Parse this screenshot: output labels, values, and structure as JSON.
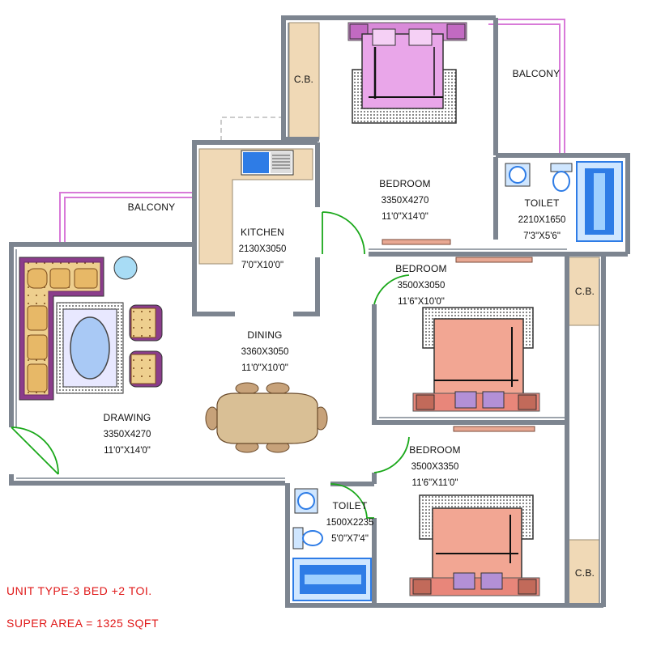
{
  "colors": {
    "wall": "#7d8590",
    "wall_fill": "#ffffff",
    "balcony_rail": "#d87ad8",
    "door_swing": "#1aa81a",
    "cupboard": "#f0d9b6",
    "bed_pink": "#e9a6e9",
    "bed_salmon": "#f2a693",
    "sofa": "#e7b867",
    "sofa_frame": "#8b3d8b",
    "dining_table": "#d9bf95",
    "fixture_blue": "#2e7ce6",
    "note_red": "#e01818"
  },
  "rooms": {
    "cb_top": {
      "name": "C.B."
    },
    "balcony_right": {
      "name": "BALCONY"
    },
    "bedroom_master": {
      "name": "BEDROOM",
      "size_mm": "3350X4270",
      "size_ft": "11'0\"X14'0\""
    },
    "toilet_master": {
      "name": "TOILET",
      "size_mm": "2210X1650",
      "size_ft": "7'3\"X5'6\""
    },
    "balcony_left": {
      "name": "BALCONY"
    },
    "kitchen": {
      "name": "KITCHEN",
      "size_mm": "2130X3050",
      "size_ft": "7'0\"X10'0\""
    },
    "bedroom_2": {
      "name": "BEDROOM",
      "size_mm": "3500X3050",
      "size_ft": "11'6\"X10'0\""
    },
    "cb_mid": {
      "name": "C.B."
    },
    "dining": {
      "name": "DINING",
      "size_mm": "3360X3050",
      "size_ft": "11'0\"X10'0\""
    },
    "drawing": {
      "name": "DRAWING",
      "size_mm": "3350X4270",
      "size_ft": "11'0\"X14'0\""
    },
    "bedroom_3": {
      "name": "BEDROOM",
      "size_mm": "3500X3350",
      "size_ft": "11'6\"X11'0\""
    },
    "toilet_common": {
      "name": "TOILET",
      "size_mm": "1500X2235",
      "size_ft": "5'0\"X7'4\""
    },
    "cb_bottom": {
      "name": "C.B."
    }
  },
  "notes": {
    "unit_type": "UNIT TYPE-3 BED +2 TOI.",
    "super_area": "SUPER AREA = 1325 SQFT"
  }
}
